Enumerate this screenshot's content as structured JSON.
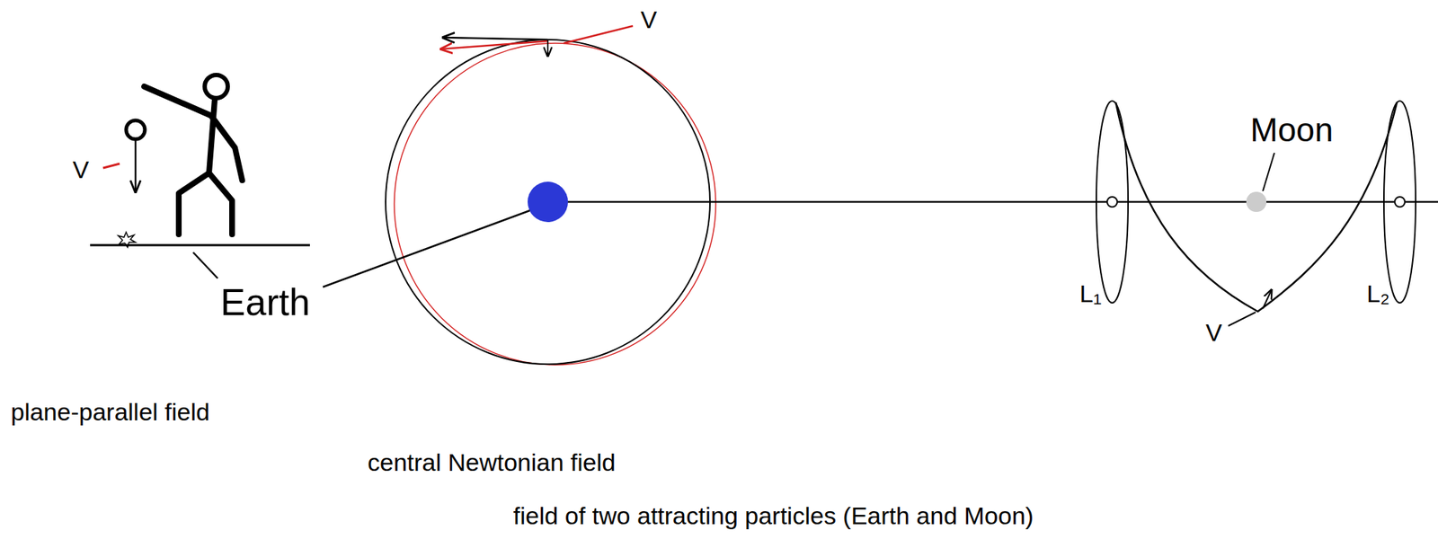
{
  "diagram": {
    "labels": [
      "V",
      "Earth",
      "plane-parallel field",
      "V",
      "central Newtonian field",
      "Moon",
      "L₁",
      "L₂",
      "V",
      "field of two attracting particles (Earth and Moon)"
    ]
  }
}
